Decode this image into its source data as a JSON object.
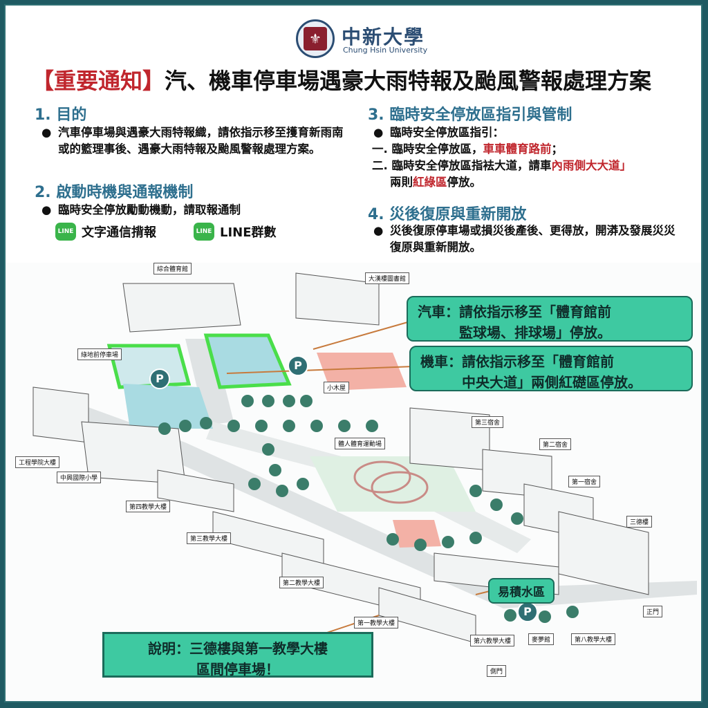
{
  "header": {
    "university_cn": "中新大學",
    "university_en": "Chung Hsin University",
    "title_tag": "【重要通知】",
    "title_main": "汽、機車停車場遇豪大雨特報及颱風警報處理方案"
  },
  "sections": {
    "s1": {
      "heading": "1. 目的",
      "text": "汽車停車場與遇豪大雨特報織，請依指示移至擭育新雨南或的籃理事後、遇豪大雨特報及颱風警報處理方案。"
    },
    "s2": {
      "heading": "2. 啟動時機與通報機制",
      "text": "臨時安全停放勵動機動，請取報通制",
      "buttons": [
        {
          "label": "文字通信揹報",
          "icon": "LINE"
        },
        {
          "label": "LINE群數",
          "icon": "LINE"
        }
      ]
    },
    "s3": {
      "heading": "3. 臨時安全停放區指引與管制",
      "bullet": "臨時安全停放區指引：",
      "item1_prefix": "一. 臨時安全停放區，",
      "item1_red": "車車體育路前",
      "item1_suffix": "；",
      "item2_prefix": "二. 臨時安全停放區指袪大道，請車",
      "item2_red": "內雨側大大道」",
      "item2_line2_prefix": "兩則",
      "item2_line2_red": "紅綠區",
      "item2_line2_suffix": "停放。"
    },
    "s4": {
      "heading": "4. 災後復原與重新開放",
      "text": "災後復原停車場或損災後產後、更得放，開漭及發展災災復原與重新開放。"
    }
  },
  "map": {
    "callout_car_line1": "汽車：請依指示移至「體育館前",
    "callout_car_line2": "監球場、排球場」停放。",
    "callout_moto_line1": "機車：請依指示移至「體育館前",
    "callout_moto_line2": "中央大道」兩側紅礎區停放。",
    "water_zone": "易積水區",
    "note_line1": "說明：三德樓與第一教學大樓",
    "note_line2": "區間停車場！",
    "parking_symbol": "P",
    "labels": {
      "gym": "綜合體育館",
      "building_tr": "大漢樓圖書館",
      "left_parking": "綠地前停車場",
      "small_house": "小木屋",
      "track": "體人體育運動場",
      "dorm3": "第三宿舍",
      "dorm2": "第二宿舍",
      "dorm1": "第一宿舍",
      "sande": "三德樓",
      "eng": "工程學院大樓",
      "school": "中興國際小學",
      "teach4": "第四教學大樓",
      "teach3": "第三教學大樓",
      "teach2": "第二教學大樓",
      "teach1": "第一教學大樓",
      "gate_main": "正門",
      "gate_side": "側門",
      "hall": "麥夢館",
      "teach6": "第六教學大樓",
      "teach8": "第八教學大樓"
    }
  },
  "colors": {
    "accent_red": "#c0262d",
    "heading_blue": "#2e6f8e",
    "callout_green": "#3ec9a1",
    "line_green": "#3ab44a"
  }
}
